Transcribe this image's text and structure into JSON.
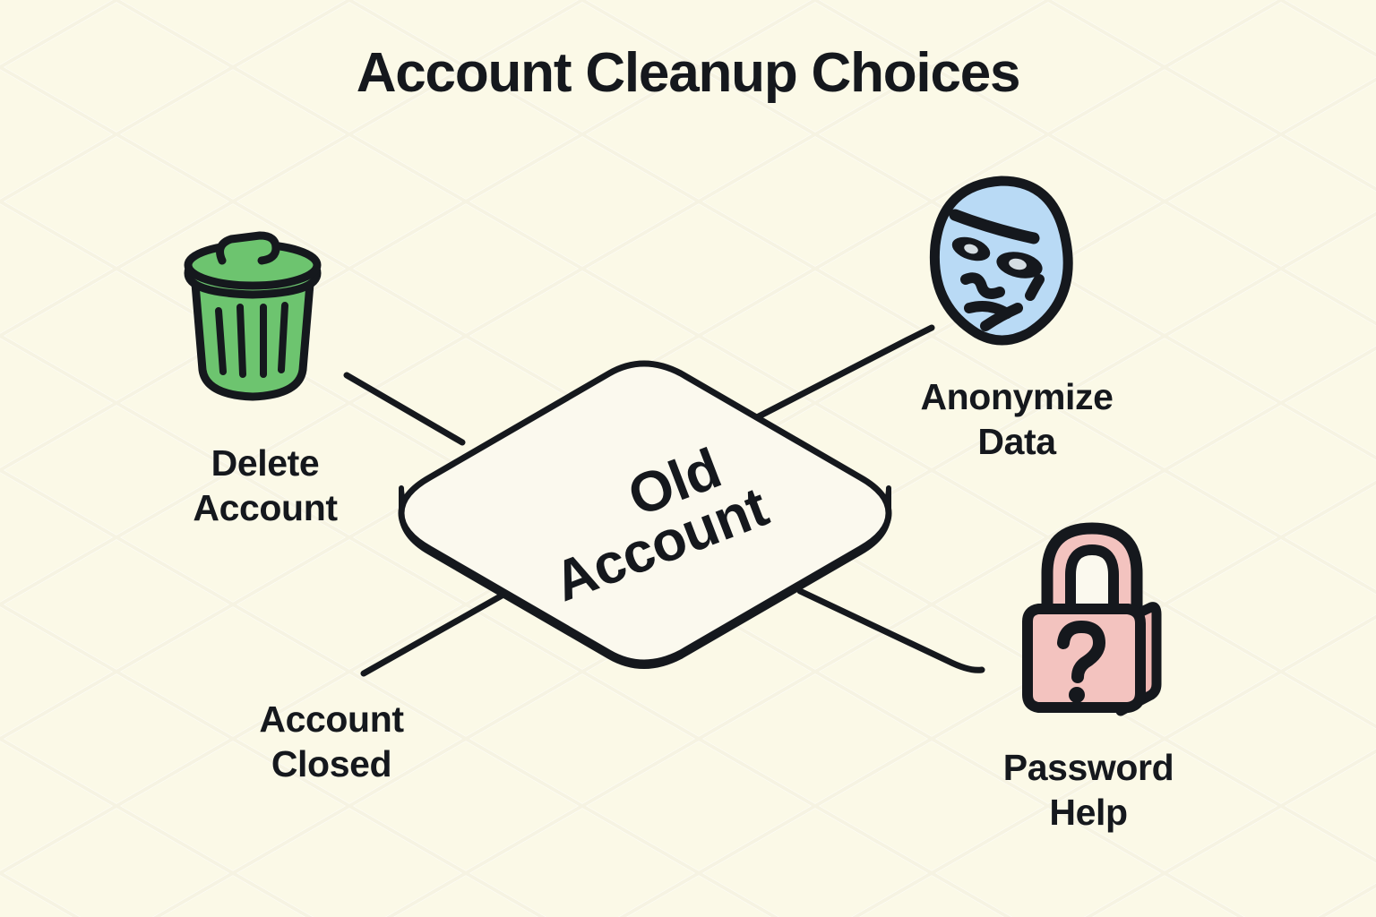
{
  "page": {
    "title": "Account Cleanup Choices",
    "background_color": "#fbf9e7",
    "ink_color": "#15181d"
  },
  "central_node": {
    "name": "old-account-card",
    "label_line1": "Old",
    "label_line2": "Account",
    "face_color": "#fbf9ee",
    "side_color": "#e2e0d6",
    "outline_color": "#15181d"
  },
  "branches": [
    {
      "id": "delete-account",
      "label_line1": "Delete",
      "label_line2": "Account",
      "icon": "trash-can-icon",
      "icon_color": "#6dc46f",
      "position": "top-left"
    },
    {
      "id": "anonymize-data",
      "label_line1": "Anonymize",
      "label_line2": "Data",
      "icon": "mask-face-icon",
      "icon_color": "#b9daf5",
      "position": "top-right"
    },
    {
      "id": "account-closed",
      "label_line1": "Account",
      "label_line2": "Closed",
      "icon": "none",
      "icon_color": "",
      "position": "bottom-left"
    },
    {
      "id": "password-help",
      "label_line1": "Password",
      "label_line2": "Help",
      "icon": "padlock-question-icon",
      "icon_color": "#f3c3bf",
      "position": "bottom-right"
    }
  ],
  "connectors": [
    {
      "id": "connector-delete",
      "from": "old-account-card",
      "to": "delete-account"
    },
    {
      "id": "connector-anonymize",
      "from": "old-account-card",
      "to": "anonymize-data"
    },
    {
      "id": "connector-closed",
      "from": "old-account-card",
      "to": "account-closed"
    },
    {
      "id": "connector-password",
      "from": "old-account-card",
      "to": "password-help"
    }
  ]
}
